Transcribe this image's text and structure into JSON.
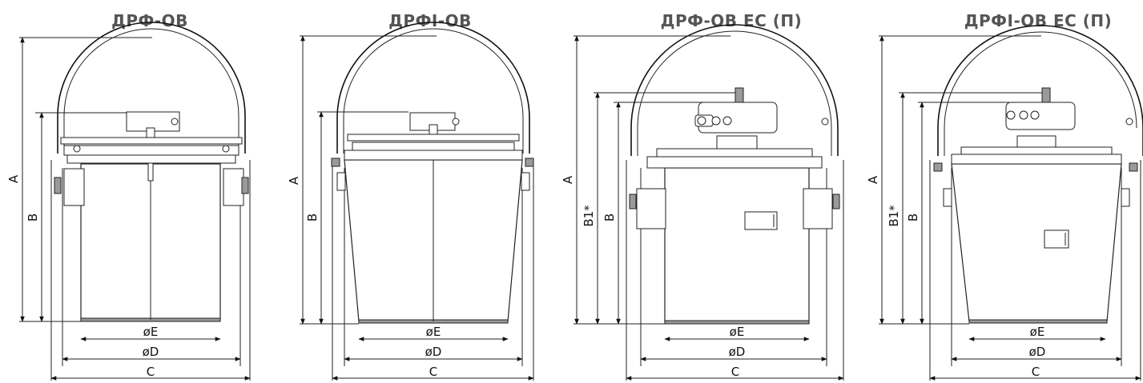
{
  "drawings": [
    {
      "title": "ДРФ-ОВ",
      "dims": {
        "A": "A",
        "B": "B",
        "E": "øE",
        "D": "øD",
        "C": "C"
      }
    },
    {
      "title": "ДРФІ-ОВ",
      "dims": {
        "A": "A",
        "B": "B",
        "E": "øE",
        "D": "øD",
        "C": "C"
      }
    },
    {
      "title": "ДРФ-ОВ ЕС (П)",
      "dims": {
        "A": "A",
        "B1": "B1*",
        "B": "B",
        "E": "øE",
        "D": "øD",
        "C": "C"
      }
    },
    {
      "title": "ДРФІ-ОВ ЕС (П)",
      "dims": {
        "A": "A",
        "B1": "B1*",
        "B": "B",
        "E": "øE",
        "D": "øD",
        "C": "C"
      }
    }
  ]
}
